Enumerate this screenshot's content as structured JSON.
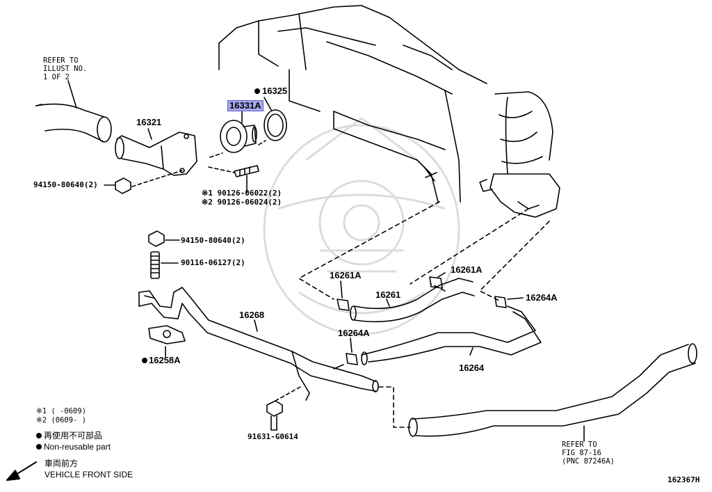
{
  "refer_top": [
    "REFER TO",
    "ILLUST NO.",
    "1 OF 2"
  ],
  "refer_bottom": [
    "REFER TO",
    "FIG 87-16",
    "(PNC 87246A)"
  ],
  "parts": {
    "p16331A": "16331A",
    "p16325": "16325",
    "p16321": "16321",
    "p94150_top": "94150-80640(2)",
    "p90126_a": "※1  90126-06022(2)",
    "p90126_b": "※2  90126-06024(2)",
    "p94150_mid": "94150-80640(2)",
    "p90116": "90116-06127(2)",
    "p16268": "16268",
    "p16258A": "16258A",
    "p16261A_left": "16261A",
    "p16261A_right": "16261A",
    "p16261": "16261",
    "p16264A_right": "16264A",
    "p16264A_left": "16264A",
    "p16264": "16264",
    "p91631": "91631-G0614"
  },
  "legend": {
    "note1": "※1 (      -0609)",
    "note2": "※2 (0609-      )",
    "jp_nonreusable": "再使用不可部品",
    "en_nonreusable": "Non-reusable part",
    "jp_front": "車両前方",
    "en_front": "VEHICLE FRONT SIDE"
  },
  "illustration_id": "162367H",
  "colors": {
    "highlight": "#a9a9f0",
    "line": "#000000",
    "watermark": "#d9d9d9"
  }
}
